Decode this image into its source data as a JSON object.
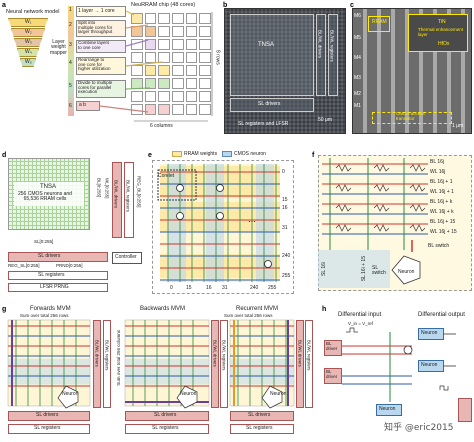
{
  "panel_labels": {
    "a": "a",
    "b": "b",
    "c": "c",
    "d": "d",
    "e": "e",
    "f": "f",
    "g": "g",
    "h": "h"
  },
  "panel_a": {
    "model_title": "Neural network model",
    "weights": [
      "W₁",
      "W₂",
      "W₃",
      "W₄",
      "W₅"
    ],
    "mapper": "Layer\nweight\nmapper",
    "chip_title": "NeuRRAM chip (48 cores)",
    "steps": [
      {
        "num": "1",
        "text": "1 layer → 1 core"
      },
      {
        "num": "2",
        "text": "Split into\nmultiple cores for\nlarger throughput"
      },
      {
        "num": "3",
        "text": "Combine layers\nto one core"
      },
      {
        "num": "4",
        "text": "Rearrange to\none core for\nhigher utilization"
      },
      {
        "num": "5",
        "text": "Divide to multiple\ncores for parallel\nexecution"
      },
      {
        "num": "6",
        "text": "a  b"
      }
    ],
    "rows_label": "8 rows",
    "cols_label": "6 columns"
  },
  "panel_b": {
    "tnsa": "TNSA",
    "sl_drivers": "SL drivers",
    "sl_reg": "SL registers and LFSR",
    "blwl": "BL/WL registers",
    "blwl_drivers": "BL/WL drivers",
    "scale": "50 μm"
  },
  "panel_c": {
    "rram": "RRAM",
    "tin": "TiN",
    "thermal": "Thermal enhancement\nlayer",
    "hfox": "HfOx",
    "cmos": "CMOS access\ntransistor",
    "metals": [
      "M6",
      "M5",
      "M4",
      "M3",
      "M2",
      "M1"
    ],
    "scale": "1 μm"
  },
  "panel_d": {
    "tnsa_title": "TNSA",
    "tnsa_sub": "256 CMOS neurons and\n65,536 RRAM cells",
    "bl": "BL[0:255]",
    "wl": "WL[0:255]",
    "sl": "SL[0:255]",
    "blwl_drivers": "BL/WL drivers",
    "blwl_registers": "BL/WL registers",
    "reg_bl": "REG_BL[0:255]",
    "reg_sl": "REG_SL[0:255]",
    "prnd": "PRND[0:255]",
    "sl_drivers": "SL drivers",
    "sl_registers": "SL registers",
    "lfsr": "LFSR PRNG",
    "controller": "Controller"
  },
  "panel_e": {
    "legend_rram": "RRAM weights",
    "legend_cmos": "CMOS neuron",
    "corelet": "Corelet",
    "row_ticks": [
      "0",
      "15",
      "16",
      "31",
      "240",
      "255"
    ],
    "col_ticks": [
      "0",
      "15",
      "16",
      "31",
      "240",
      "255"
    ]
  },
  "panel_f": {
    "bl_labels": [
      "BL 16j",
      "BL 16j + 1",
      "BL 16j + k",
      "BL 16j + 15"
    ],
    "wl_labels": [
      "WL 16j",
      "WL 16j + 1",
      "WL 16j + k",
      "WL 16j + 15"
    ],
    "sl_labels": [
      "SL 16i",
      "SL 16i + 15"
    ],
    "bl_switch": "BL switch",
    "sl_switch": "SL\nswitch",
    "neuron": "Neuron"
  },
  "panel_g": {
    "forward": "Forwards MVM",
    "forward_sub": "Sum over total 256 rows",
    "backward": "Backwards MVM",
    "backward_sub": "Sum over total 256 columns",
    "recurrent": "Recurrent MVM",
    "recurrent_sub": "Sum over total 256 rows",
    "sl_drivers": "SL drivers",
    "sl_registers": "SL registers",
    "blwl_drivers": "BL/WL drivers",
    "blwl_registers": "BL/WL registers",
    "neuron": "Neuron"
  },
  "panel_h": {
    "diff_input": "Differential input",
    "diff_output": "Differential output",
    "bl_driver": "BL\ndriver",
    "neuron": "Neuron",
    "vin": "V_in = V_ref",
    "watermark": "知乎 @eric2015"
  },
  "colors": {
    "yellow": "#fdeaa8",
    "blue": "#b9d7ee",
    "pink": "#e8b7b3",
    "green": "#cde9c2",
    "red": "#d2322d",
    "darkblue": "#2d5aa6",
    "purple": "#6b3f9c"
  }
}
